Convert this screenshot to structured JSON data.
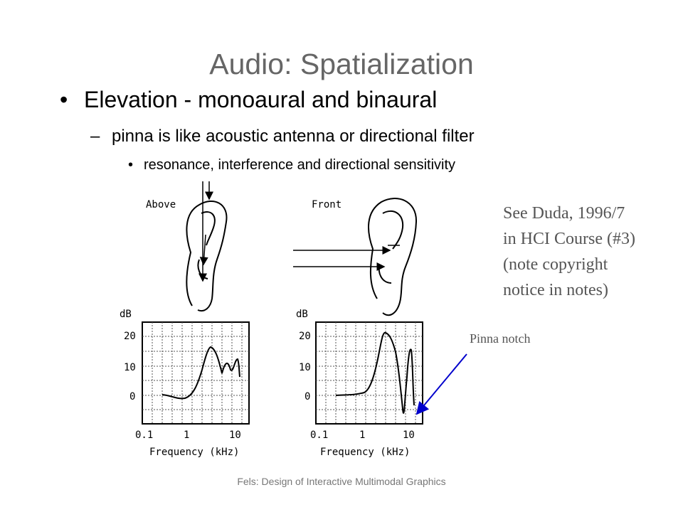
{
  "slide": {
    "title": "Audio: Spatialization",
    "bullet": "Elevation - monoaural and binaural",
    "sub_bullet": "pinna is like acoustic antenna or directional filter",
    "sub_sub_bullet": "resonance, interference and directional sensitivity",
    "note_lines": [
      "See Duda, 1996/7",
      "in HCI Course (#3)",
      "(note copyright",
      "notice in notes)"
    ],
    "callout": "Pinna notch",
    "footer": "Fels: Design of Interactive Multimodal Graphics",
    "bullet_glyph": "•",
    "dash_glyph": "–"
  },
  "figure": {
    "panels": [
      {
        "label": "Above",
        "y_unit": "dB",
        "y_ticks": [
          "20",
          "10",
          "0"
        ],
        "x_ticks": [
          "0.1",
          "1",
          "10"
        ],
        "x_label": "Frequency (kHz)"
      },
      {
        "label": "Front",
        "y_unit": "dB",
        "y_ticks": [
          "20",
          "10",
          "0"
        ],
        "x_ticks": [
          "0.1",
          "1",
          "10"
        ],
        "x_label": "Frequency (kHz)"
      }
    ],
    "colors": {
      "arrow": "#0000cc",
      "ink": "#000000",
      "grid": "#555555"
    }
  }
}
